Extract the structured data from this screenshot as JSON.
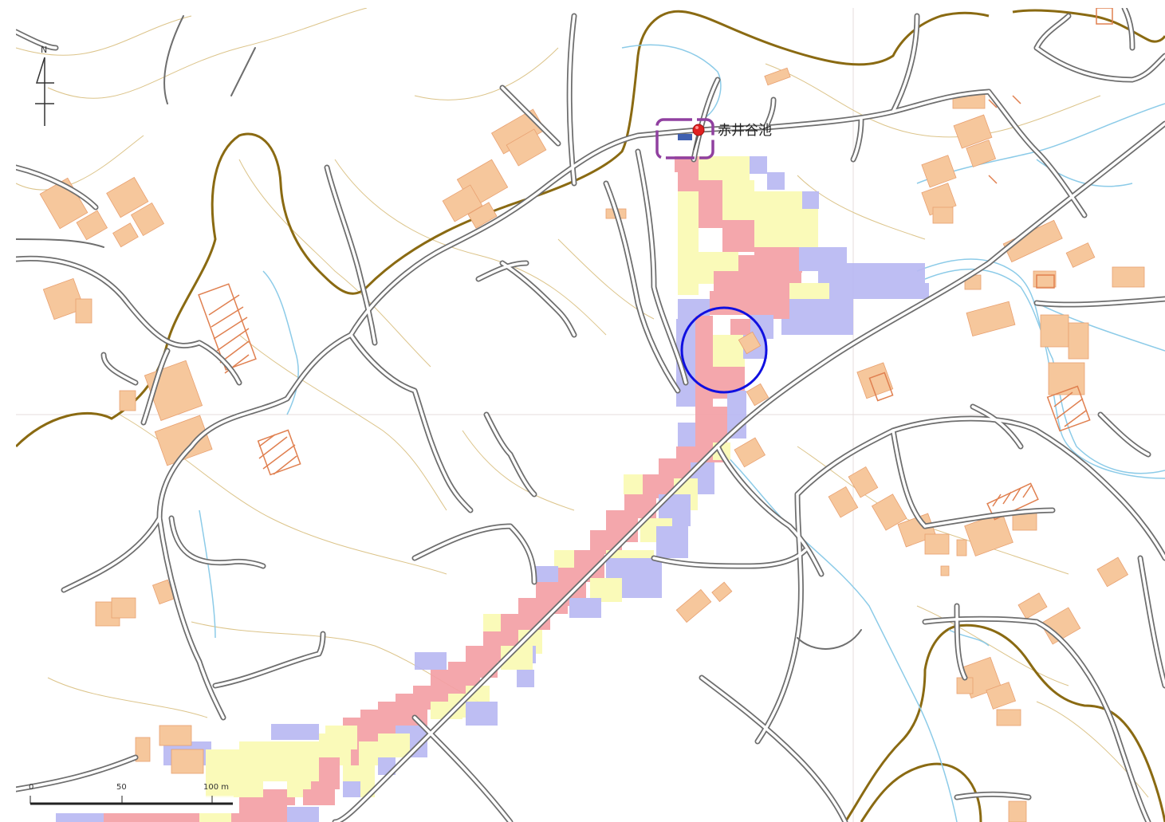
{
  "map": {
    "place_label": "赤井谷池",
    "north_label": "N",
    "scale": {
      "ticks": [
        "0",
        "50",
        "100 m"
      ]
    },
    "legend_classes": {
      "high": {
        "color": "#f4a0a6"
      },
      "medium": {
        "color": "#fafab4"
      },
      "low": {
        "color": "#b9b9f2"
      }
    },
    "colors": {
      "road": "#6e6e6e",
      "contour": "#dcc48a",
      "index_contour": "#8a6a12",
      "water": "#8ccbe8",
      "building": "#f6c79c",
      "building_edge": "#e8a070",
      "marker": "#e02020",
      "focus_circle": "#1010e0",
      "pond_box": "#9040a0"
    },
    "icons": [
      "location-pin-icon",
      "north-arrow-icon"
    ]
  }
}
